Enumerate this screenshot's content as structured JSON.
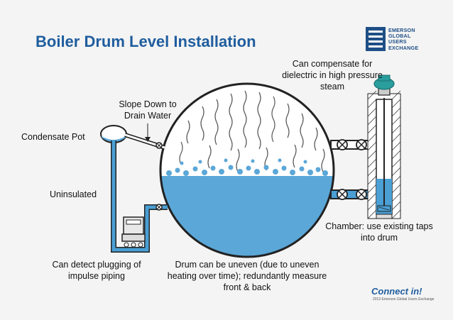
{
  "slide": {
    "title": "Boiler Drum Level Installation"
  },
  "logo": {
    "line1": "EMERSON",
    "line2": "GLOBAL",
    "line3": "USERS",
    "line4": "EXCHANGE"
  },
  "labels": {
    "compensate": "Can compensate for dielectric in high pressure steam",
    "slope": "Slope Down to Drain Water",
    "condensate_pot": "Condensate Pot",
    "uninsulated": "Uninsulated",
    "chamber": "Chamber: use existing taps into drum",
    "detect_plugging": "Can detect plugging of impulse piping",
    "drum_uneven": "Drum can be uneven (due to uneven heating over time); redundantly measure front & back"
  },
  "footer": {
    "brand": "Connect in!",
    "tagline": "2013 Emerson Global Users Exchange"
  },
  "colors": {
    "title": "#1f5d9e",
    "water": "#5ba7d8",
    "pipe": "#4a9fd4",
    "outline": "#222222",
    "logo": "#1f4f86"
  }
}
